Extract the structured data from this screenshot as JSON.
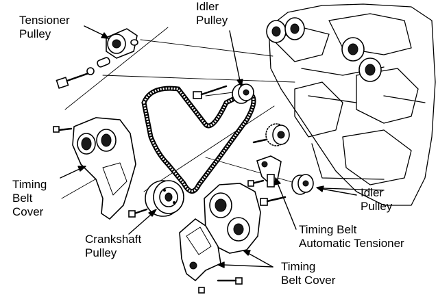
{
  "labels": {
    "tensioner_pulley": [
      "Tensioner",
      "Pulley"
    ],
    "idler_pulley_top": [
      "Idler",
      "Pulley"
    ],
    "timing_belt_cover_left": [
      "Timing",
      "Belt",
      "Cover"
    ],
    "crankshaft_pulley": [
      "Crankshaft",
      "Pulley"
    ],
    "idler_pulley_right": [
      "Idler",
      "Pulley"
    ],
    "automatic_tensioner": [
      "Timing Belt",
      "Automatic Tensioner"
    ],
    "timing_belt_cover_bottom": [
      "Timing",
      "Belt Cover"
    ]
  }
}
